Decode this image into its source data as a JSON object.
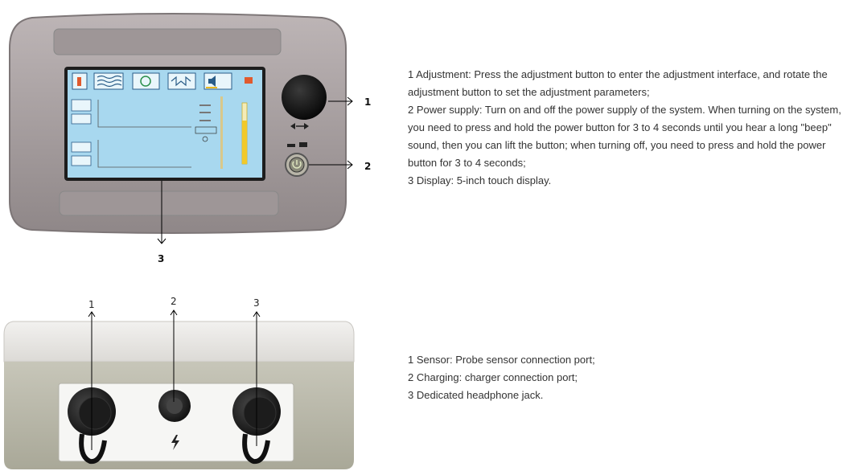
{
  "front_panel": {
    "callouts": [
      "1",
      "2",
      "3"
    ],
    "descriptions": [
      "1 Adjustment: Press the adjustment button to enter the adjustment interface, and rotate the adjustment button to set the adjustment parameters;",
      "2 Power supply: Turn on and off the power supply of the system. When turning on the system, you need to press and hold the power button for 3 to 4 seconds until you hear a long \"beep\" sound, then you can lift the button; when turning off, you need to press and hold the power button for 3 to 4 seconds;",
      "3 Display: 5-inch touch display."
    ]
  },
  "rear_panel": {
    "callouts": [
      "1",
      "2",
      "3"
    ],
    "descriptions": [
      "1 Sensor: Probe sensor connection port;",
      "2 Charging: charger connection port;",
      "3 Dedicated headphone jack."
    ]
  }
}
